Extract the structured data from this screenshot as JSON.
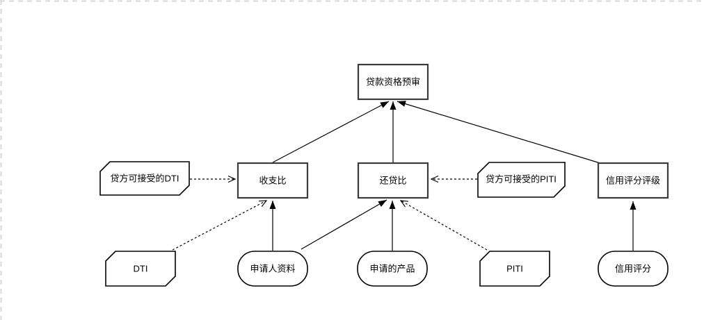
{
  "canvas": {
    "background": "#ffffff",
    "page_border_color": "#d8d8d8"
  },
  "diagram": {
    "type": "dependency-flowchart",
    "nodes": {
      "preapproval": {
        "label": "贷款资格预审",
        "shape": "rectangle"
      },
      "income_expense_ratio": {
        "label": "收支比",
        "shape": "rectangle"
      },
      "repayment_ratio": {
        "label": "还贷比",
        "shape": "rectangle"
      },
      "credit_score_rating": {
        "label": "信用评分评级",
        "shape": "rectangle"
      },
      "lender_acceptable_dti": {
        "label": "贷方可接受的DTI",
        "shape": "card"
      },
      "lender_acceptable_piti": {
        "label": "贷方可接受的PITI",
        "shape": "card"
      },
      "dti": {
        "label": "DTI",
        "shape": "card"
      },
      "piti": {
        "label": "PITI",
        "shape": "card"
      },
      "applicant_info": {
        "label": "申请人资料",
        "shape": "stadium"
      },
      "applied_product": {
        "label": "申请的产品",
        "shape": "stadium"
      },
      "credit_score": {
        "label": "信用评分",
        "shape": "stadium"
      }
    },
    "edges": [
      {
        "from": "income_expense_ratio",
        "to": "preapproval",
        "style": "solid"
      },
      {
        "from": "repayment_ratio",
        "to": "preapproval",
        "style": "solid"
      },
      {
        "from": "credit_score_rating",
        "to": "preapproval",
        "style": "solid"
      },
      {
        "from": "lender_acceptable_dti",
        "to": "income_expense_ratio",
        "style": "dashed"
      },
      {
        "from": "dti",
        "to": "income_expense_ratio",
        "style": "dashed"
      },
      {
        "from": "applicant_info",
        "to": "income_expense_ratio",
        "style": "solid"
      },
      {
        "from": "applicant_info",
        "to": "repayment_ratio",
        "style": "solid"
      },
      {
        "from": "applied_product",
        "to": "repayment_ratio",
        "style": "solid"
      },
      {
        "from": "lender_acceptable_piti",
        "to": "repayment_ratio",
        "style": "dashed"
      },
      {
        "from": "piti",
        "to": "repayment_ratio",
        "style": "dashed"
      },
      {
        "from": "credit_score",
        "to": "credit_score_rating",
        "style": "solid"
      }
    ],
    "colors": {
      "rect_stroke": "#3b3b3b",
      "shape_stroke": "#000000",
      "edge_stroke": "#000000",
      "node_fill": "#ffffff"
    }
  }
}
